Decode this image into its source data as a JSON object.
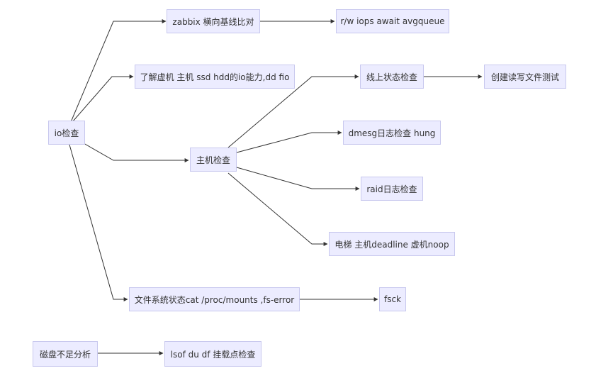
{
  "nodes": {
    "io": "io检查",
    "zabbix": "zabbix 横向基线比对",
    "rw": "r/w iops await avgqueue",
    "vm_capability": "了解虚机 主机 ssd hdd的io能力,dd fio",
    "host_check": "主机检查",
    "online_status": "线上状态检查",
    "create_rw_test": "创建读写文件测试",
    "dmesg": "dmesg日志检查 hung",
    "raid": "raid日志检查",
    "elevator": "电梯 主机deadline 虚机noop",
    "fs_status": "文件系统状态cat /proc/mounts ,fs-error",
    "fsck": "fsck",
    "disk_low": "磁盘不足分析",
    "lsof": "lsof du df 挂载点检查"
  },
  "style": {
    "node_fill": "#ececff",
    "node_border": "#c8c8ee",
    "edge_color": "#333333",
    "text_color": "#333333"
  }
}
